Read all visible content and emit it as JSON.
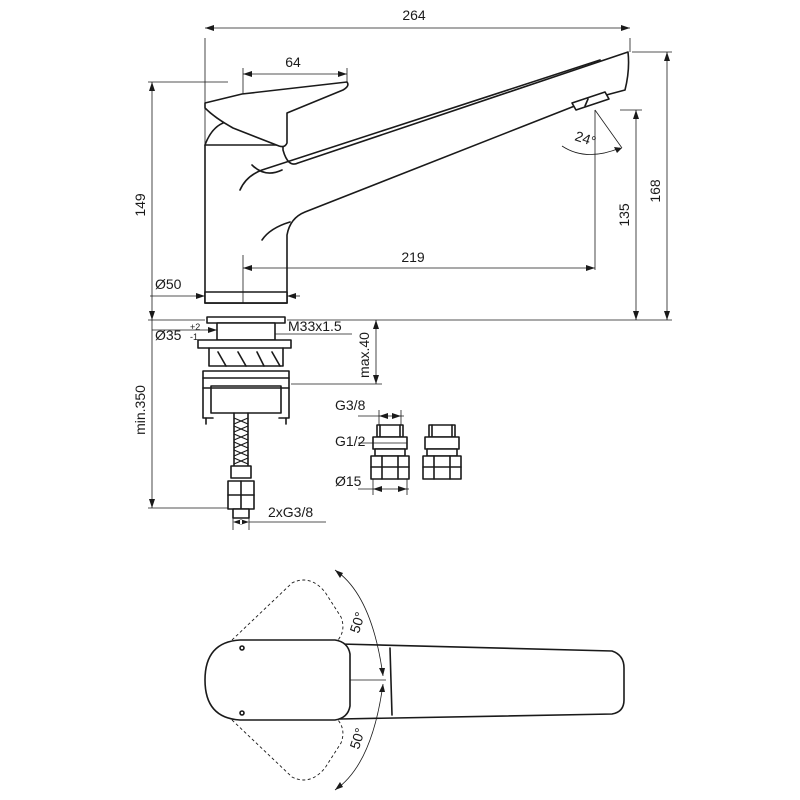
{
  "dimensions": {
    "overall_width": "264",
    "lever_width": "64",
    "body_height": "149",
    "spout_height": "135",
    "overall_height": "168",
    "spout_reach": "219",
    "body_diameter": "Ø50",
    "spout_angle": "24°",
    "hole_diameter": "Ø35",
    "hole_tol_plus": "+2",
    "hole_tol_minus": "-1",
    "thread": "M33x1.5",
    "max_thickness": "max.40",
    "min_hose_length": "min.350",
    "hose_thread": "2xG3/8",
    "fitting_g38": "G3/8",
    "fitting_g12": "G1/2",
    "fitting_diameter": "Ø15",
    "lever_swing_upper": "50°",
    "lever_swing_lower": "50°"
  }
}
